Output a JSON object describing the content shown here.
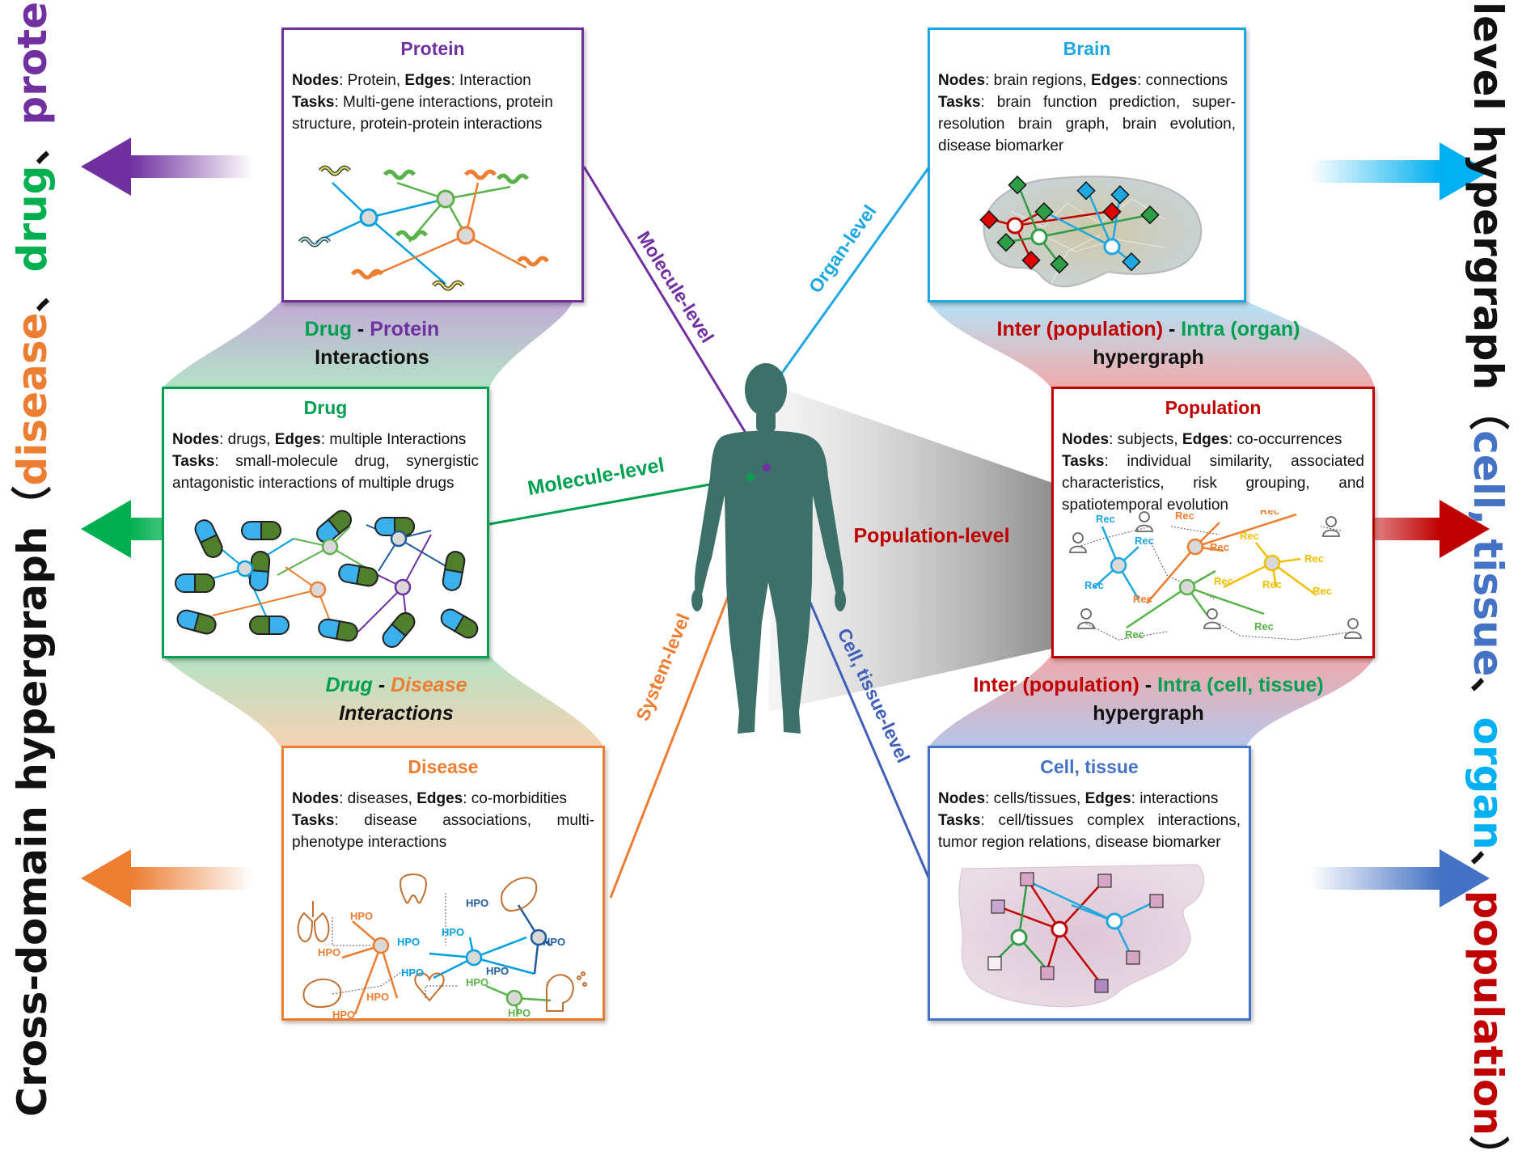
{
  "colors": {
    "protein": "#7030a0",
    "drug": "#00a050",
    "disease": "#ed7d31",
    "brain": "#00a0e0",
    "population": "#c00000",
    "cell": "#4472c4",
    "organ": "#00b0f0",
    "body": "#3c7068"
  },
  "left_title": {
    "prefix": "Cross-domain hypergraph（",
    "disease": "disease",
    "sep1": "、",
    "drug": "drug",
    "sep2": "、",
    "protein": "protein",
    "suffix": "）"
  },
  "right_title": {
    "prefix": "Cross-level hypergraph（",
    "cell": "cell, tissue",
    "sep1": "、",
    "organ": "organ",
    "sep2": "、",
    "population": "population",
    "suffix": "）"
  },
  "protein": {
    "title": "Protein",
    "nodes_label": "Nodes",
    "nodes_value": ": Protein, ",
    "edges_label": "Edges",
    "edges_value": ": Interaction",
    "tasks_label": "Tasks",
    "tasks_value": ": Multi-gene interactions, protein structure, protein-protein interactions"
  },
  "drug": {
    "title": "Drug",
    "nodes_label": "Nodes",
    "nodes_value": ": drugs, ",
    "edges_label": "Edges",
    "edges_value": ": multiple Interactions",
    "tasks_label": "Tasks",
    "tasks_value": ": small-molecule drug, synergistic antagonistic interactions of multiple drugs"
  },
  "disease": {
    "title": "Disease",
    "nodes_label": "Nodes",
    "nodes_value": ": diseases, ",
    "edges_label": "Edges",
    "edges_value": ": co-morbidities",
    "tasks_label": "Tasks",
    "tasks_value": ": disease associations, multi-phenotype interactions",
    "hpo": "HPO"
  },
  "brain": {
    "title": "Brain",
    "nodes_label": "Nodes",
    "nodes_value": ": brain regions, ",
    "edges_label": "Edges",
    "edges_value": ": connections",
    "tasks_label": "Tasks",
    "tasks_value": ": brain function prediction, super-resolution brain graph, brain evolution, disease biomarker"
  },
  "population": {
    "title": "Population",
    "nodes_label": "Nodes",
    "nodes_value": ": subjects, ",
    "edges_label": "Edges",
    "edges_value": ": co-occurrences",
    "tasks_label": "Tasks",
    "tasks_value": ": individual similarity, associated characteristics, risk grouping, and spatiotemporal evolution",
    "rec": "Rec"
  },
  "cell": {
    "title": "Cell, tissue",
    "nodes_label": "Nodes",
    "nodes_value": ": cells/tissues, ",
    "edges_label": "Edges",
    "edges_value": ": interactions",
    "tasks_label": "Tasks",
    "tasks_value": ": cell/tissues complex interactions, tumor region relations, disease biomarker"
  },
  "band_drug_protein": {
    "drug": "Drug",
    "dash": " - ",
    "protein": "Protein",
    "line2": "Interactions"
  },
  "band_drug_disease": {
    "drug": "Drug",
    "dash": " - ",
    "disease": "Disease",
    "line2": "Interactions"
  },
  "band_inter_organ": {
    "inter": "Inter (population)",
    "dash": " - ",
    "intra": "Intra (organ)",
    "line2": "hypergraph"
  },
  "band_inter_cell": {
    "inter": "Inter (population)",
    "dash": " - ",
    "intra": "Intra (cell, tissue)",
    "line2": "hypergraph"
  },
  "levels": {
    "molecule_diag": "Molecule-level",
    "molecule_horiz": "Molecule-level",
    "organ": "Organ-level",
    "system": "System-level",
    "cell": "Cell, tissue-level",
    "population": "Population-level"
  }
}
